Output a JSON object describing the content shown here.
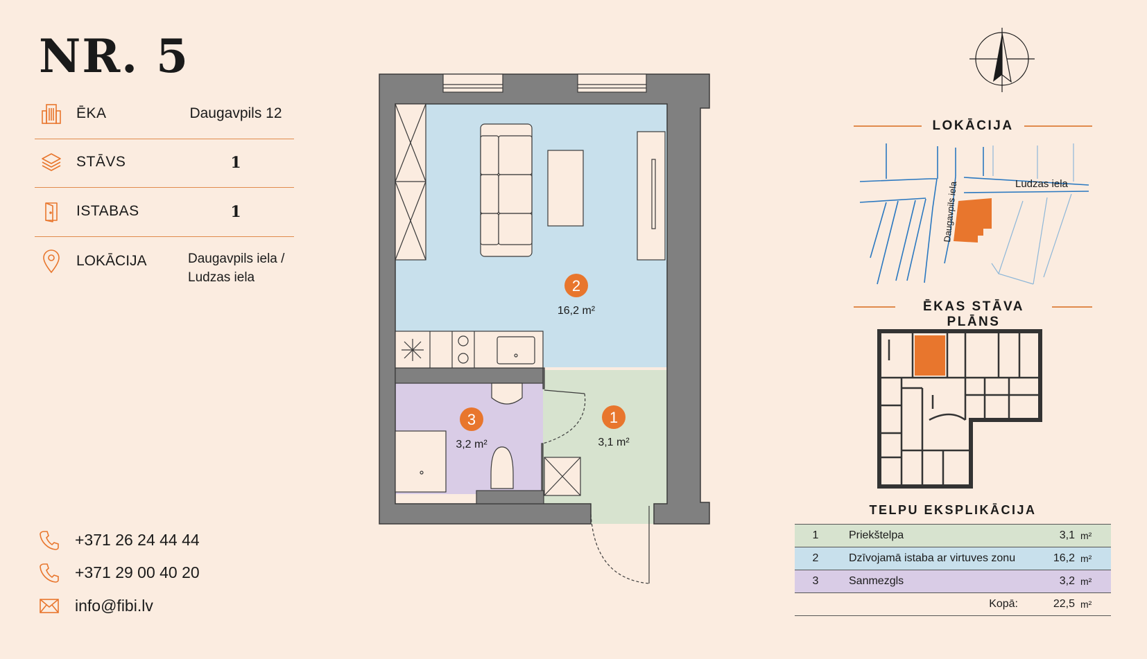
{
  "title": "NR. 5",
  "info": {
    "building": {
      "label": "ĒKA",
      "value": "Daugavpils 12"
    },
    "floor": {
      "label": "STĀVS",
      "value": "1"
    },
    "rooms": {
      "label": "ISTABAS",
      "value": "1"
    },
    "location": {
      "label": "LOKĀCIJA",
      "value_line1": "Daugavpils iela /",
      "value_line2": "Ludzas iela"
    }
  },
  "contacts": {
    "phone1": "+371 26 24 44 44",
    "phone2": "+371 29 00 40 20",
    "email": "info@fibi.lv"
  },
  "plan": {
    "rooms": [
      {
        "number": "1",
        "area": "3,1 m²"
      },
      {
        "number": "2",
        "area": "16,2 m²"
      },
      {
        "number": "3",
        "area": "3,2 m²"
      }
    ]
  },
  "location_map": {
    "heading": "LOKĀCIJA",
    "street1": "Ludzas iela",
    "street2": "Daugavpils iela"
  },
  "floor_plan_heading": "ĒKAS STĀVA PLĀNS",
  "explication": {
    "heading": "TELPU EKSPLIKĀCIJA",
    "rows": [
      {
        "number": "1",
        "name": "Priekštelpa",
        "area": "3,1",
        "unit": "m²"
      },
      {
        "number": "2",
        "name": "Dzīvojamā istaba ar virtuves zonu",
        "area": "16,2",
        "unit": "m²"
      },
      {
        "number": "3",
        "name": "Sanmezgls",
        "area": "3,2",
        "unit": "m²"
      }
    ],
    "total_label": "Kopā:",
    "total_area": "22,5",
    "total_unit": "m²"
  },
  "colors": {
    "accent": "#e8762d",
    "background": "#fbece0",
    "room_living": "#c8e0ec",
    "room_hall": "#d7e3cf",
    "room_bath": "#d9cce6",
    "wall": "#808080",
    "map_street": "#2a78c0"
  },
  "icons": {
    "building": "building-icon",
    "floor": "layers-icon",
    "rooms": "door-icon",
    "location": "map-pin-icon",
    "phone": "phone-icon",
    "email": "envelope-icon",
    "compass": "compass-icon"
  }
}
